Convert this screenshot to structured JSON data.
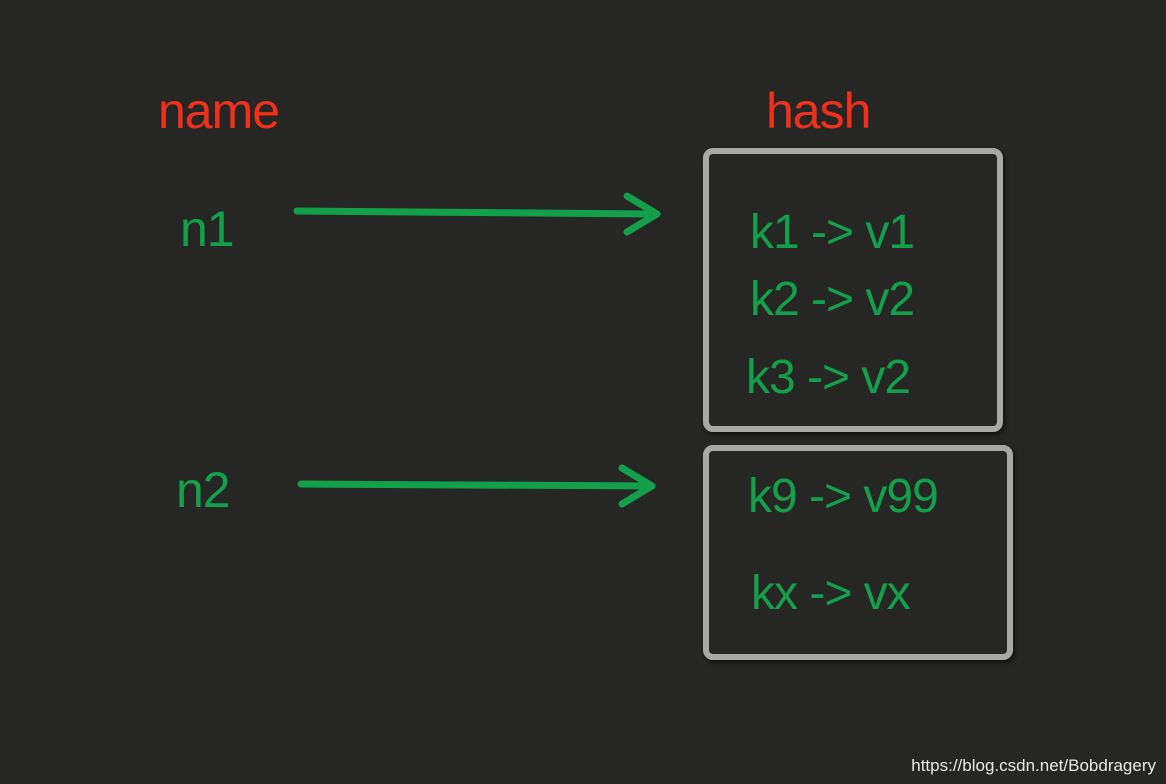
{
  "headers": {
    "name": "name",
    "hash": "hash"
  },
  "nodes": [
    {
      "label": "n1",
      "entries": [
        "k1 -> v1",
        "k2 -> v2",
        "k3 -> v2"
      ]
    },
    {
      "label": "n2",
      "entries": [
        "k9 -> v99",
        "kx -> vx"
      ]
    }
  ],
  "watermark": "https://blog.csdn.net/Bobdragery",
  "colors": {
    "header": "#f0301c",
    "green": "#14a04a",
    "box_border": "#a8a8a8",
    "background": "#262624"
  }
}
